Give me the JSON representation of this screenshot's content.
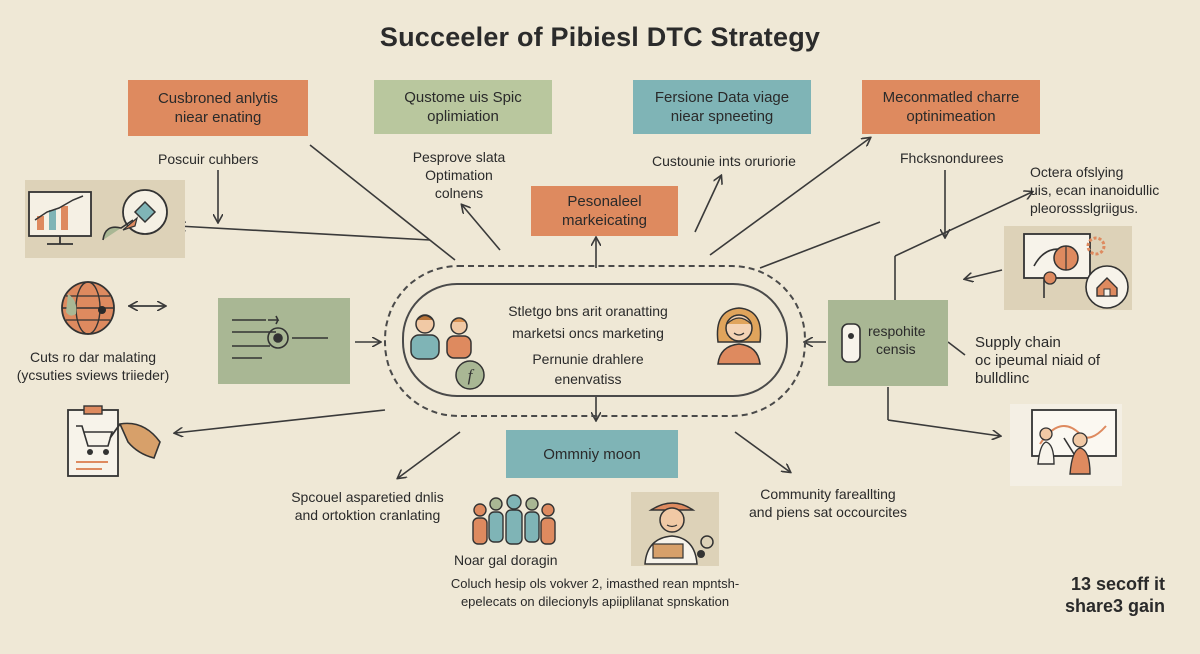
{
  "title": "Succeeler of Pibiesl DTC Strategy",
  "top_boxes": [
    {
      "lines": [
        "Cusbroned anlytis",
        "niear enating"
      ],
      "color": "#de8a5f"
    },
    {
      "lines": [
        "Qustome uis Spic",
        "oplimiation"
      ],
      "color": "#b9c79e"
    },
    {
      "lines": [
        "Fersione Data viage",
        "niear spneeting"
      ],
      "color": "#7fb4b6"
    },
    {
      "lines": [
        "Meconmatled charre",
        "optinimeation"
      ],
      "color": "#de8a5f"
    }
  ],
  "center_top_box": {
    "lines": [
      "Pesonaleel",
      "markeicating"
    ],
    "color": "#de8a5f"
  },
  "center_bottom_box": {
    "lines": [
      "Ommniy moon"
    ],
    "color": "#7fb4b6"
  },
  "hub": {
    "line1": "Stletgo bns arit oranatting",
    "line2": "marketsi oncs marketing",
    "line3": "Pernunie drahlere",
    "line4": "enenvatiss"
  },
  "labels": {
    "poscur": "Poscuir cuhbers",
    "pesprove": [
      "Pesprove slata",
      "Optimation",
      "colnens"
    ],
    "custounie": "Custounie ints oruriorie",
    "ficks": "Fhcksnondurees",
    "octera": [
      "Octera ofslying",
      "uis, ecan inanoidullic",
      "pleorossslgriigus."
    ],
    "cuts": [
      "Cuts ro dar malating",
      "(ycsuties sviews triieder)"
    ],
    "supply": [
      "Supply chain",
      "oc ipeumal niaid of",
      "bulldlinc"
    ],
    "spcouel": [
      "Spcouel asparetied dnlis",
      "and ortoktion cranlating"
    ],
    "noar": "Noar gal doragin",
    "community": [
      "Community fareallting",
      "and piens sat occourcites"
    ],
    "footer": [
      "Coluch hesip ols vokver 2, imasthed rean mpntsh-",
      "epelecats on dilecionyls apiiplilanat spnskation"
    ],
    "big_note": [
      "13 secoff it",
      "share3 gain"
    ]
  },
  "right_panel_text": [
    "respohite",
    "censis"
  ],
  "icons": [
    "analytics-monitor-icon",
    "globe-icon",
    "sync-arrows-icon",
    "audio-panel-icon",
    "shopping-cart-icon",
    "people-icon",
    "woman-avatar-icon",
    "dollar-icon",
    "phone-icon",
    "presentation-icon",
    "team-icon",
    "worker-icon",
    "home-icon"
  ]
}
